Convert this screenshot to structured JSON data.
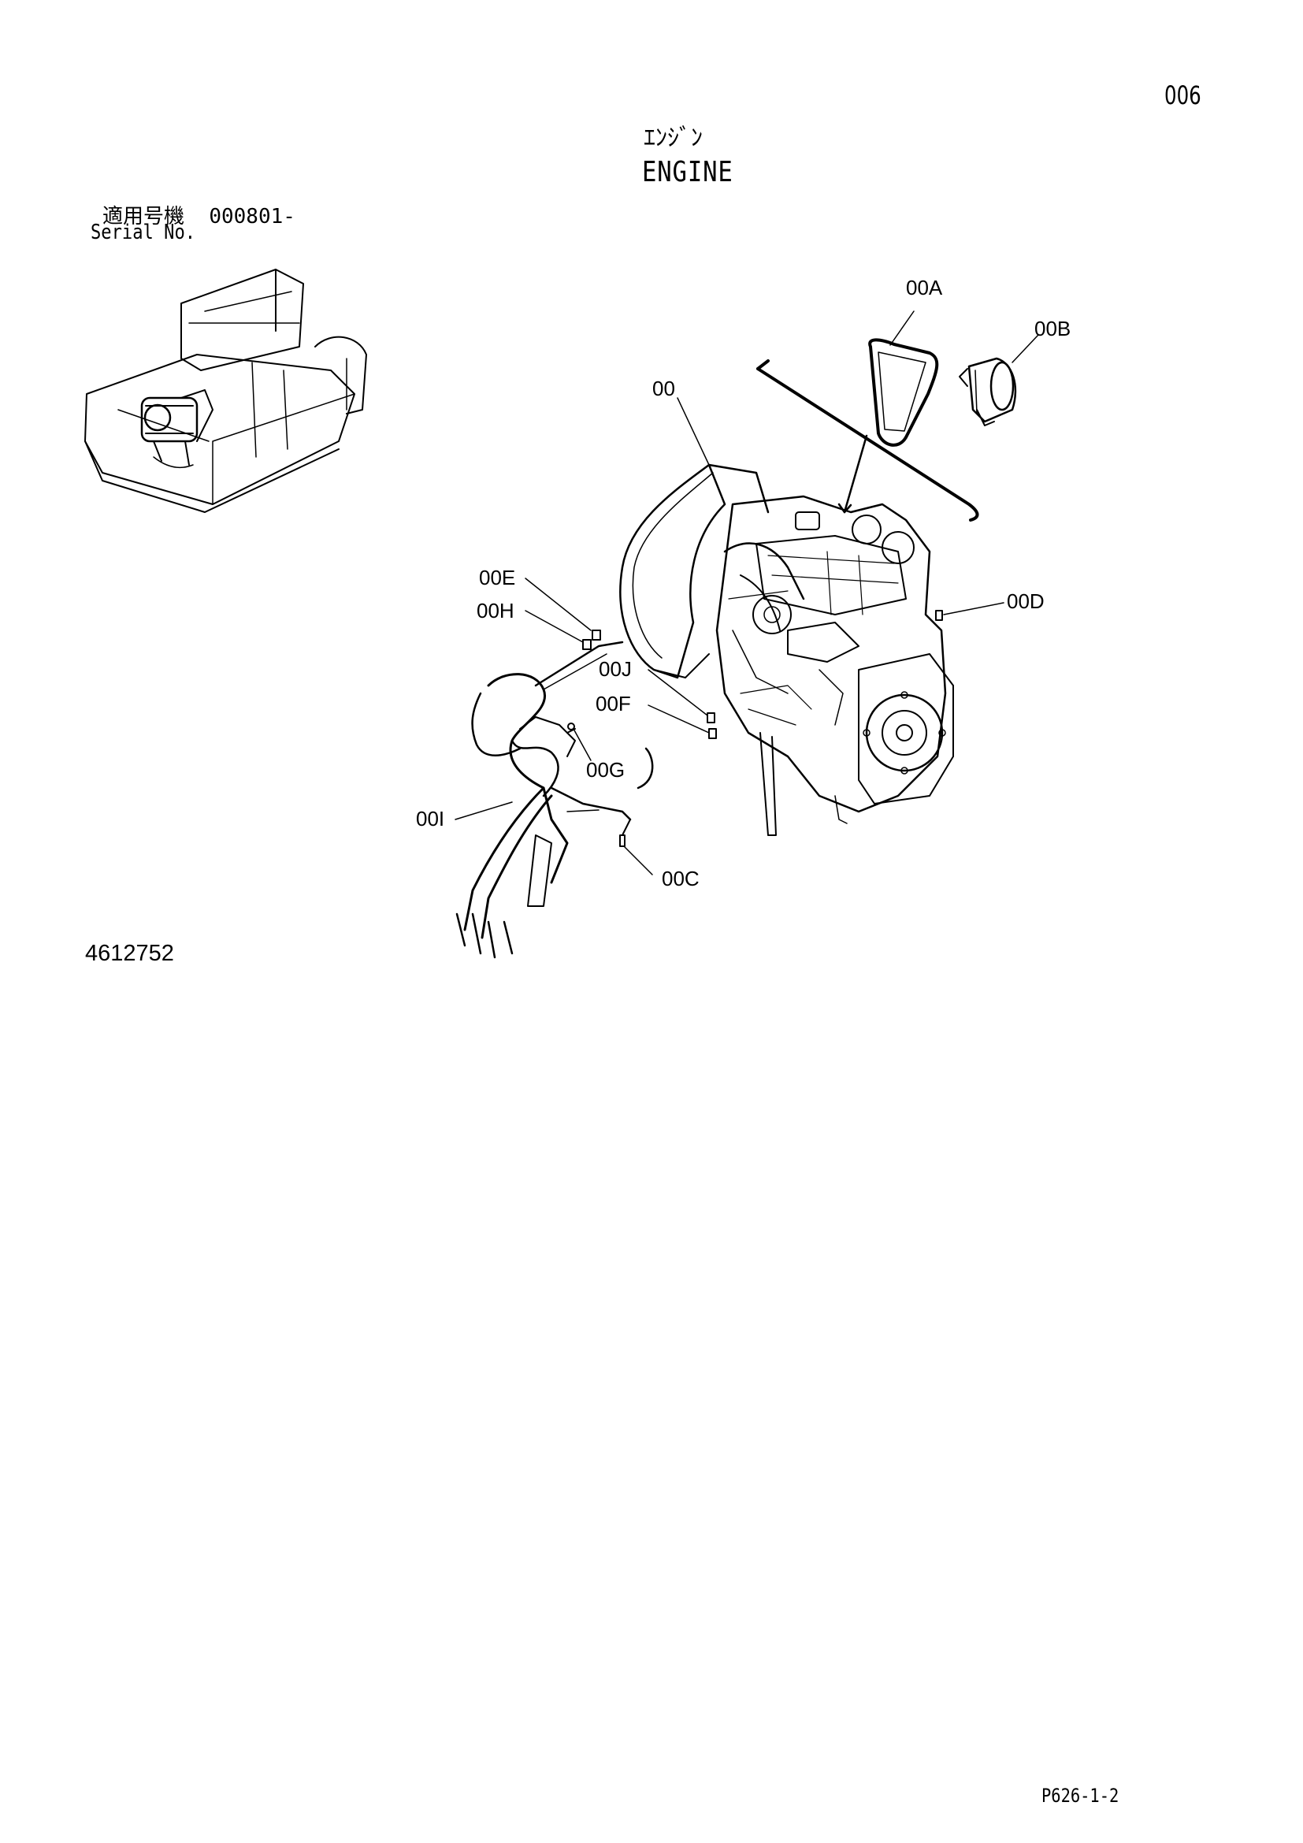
{
  "page": {
    "page_number": "006",
    "title_jp": "ｴﾝｼﾞﾝ",
    "title_en": "ENGINE",
    "serial_label_jp": "適用号機",
    "serial_value": "000801-",
    "serial_label_en": "Serial No.",
    "part_number": "4612752",
    "footer_code": "P626-1-2"
  },
  "callouts": {
    "c00": "00",
    "c00A": "00A",
    "c00B": "00B",
    "c00C": "00C",
    "c00D": "00D",
    "c00E": "00E",
    "c00F": "00F",
    "c00G": "00G",
    "c00H": "00H",
    "c00I": "00I",
    "c00J": "00J"
  }
}
